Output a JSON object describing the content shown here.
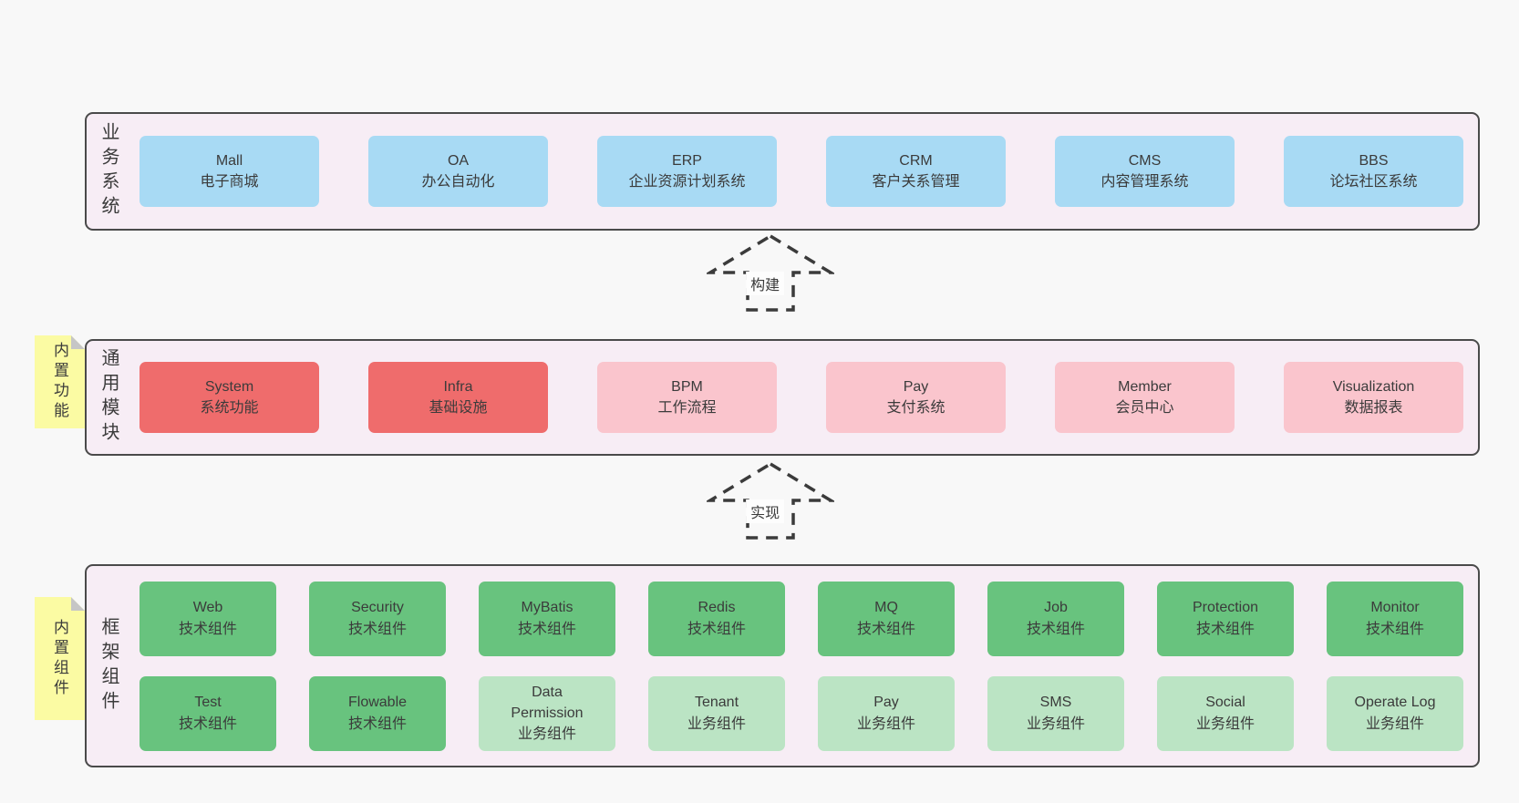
{
  "colors": {
    "page_bg": "#f8f8f8",
    "panel_bg": "#f7edf5",
    "panel_border": "#4a4a4a",
    "blue": "#a8daf4",
    "red": "#ef6c6c",
    "pink": "#fac5cd",
    "green": "#68c37e",
    "green_light": "#bbe4c4",
    "sticky_yellow": "#fbfba3",
    "text": "#3b3b3b"
  },
  "arrows": [
    {
      "label": "构建"
    },
    {
      "label": "实现"
    }
  ],
  "layers": [
    {
      "id": "business-systems",
      "label": "业务系统",
      "items": [
        {
          "name": "Mall",
          "desc": "电子商城",
          "variant": "blue"
        },
        {
          "name": "OA",
          "desc": "办公自动化",
          "variant": "blue"
        },
        {
          "name": "ERP",
          "desc": "企业资源计划系统",
          "variant": "blue"
        },
        {
          "name": "CRM",
          "desc": "客户关系管理",
          "variant": "blue"
        },
        {
          "name": "CMS",
          "desc": "内容管理系统",
          "variant": "blue"
        },
        {
          "name": "BBS",
          "desc": "论坛社区系统",
          "variant": "blue"
        }
      ]
    },
    {
      "id": "common-modules",
      "label": "通用模块",
      "tab": "内置功能",
      "items": [
        {
          "name": "System",
          "desc": "系统功能",
          "variant": "red"
        },
        {
          "name": "Infra",
          "desc": "基础设施",
          "variant": "red"
        },
        {
          "name": "BPM",
          "desc": "工作流程",
          "variant": "pink"
        },
        {
          "name": "Pay",
          "desc": "支付系统",
          "variant": "pink"
        },
        {
          "name": "Member",
          "desc": "会员中心",
          "variant": "pink"
        },
        {
          "name": "Visualization",
          "desc": "数据报表",
          "variant": "pink"
        }
      ]
    },
    {
      "id": "framework-components",
      "label": "框架组件",
      "tab": "内置组件",
      "rows": [
        [
          {
            "name": "Web",
            "desc": "技术组件",
            "variant": "green"
          },
          {
            "name": "Security",
            "desc": "技术组件",
            "variant": "green"
          },
          {
            "name": "MyBatis",
            "desc": "技术组件",
            "variant": "green"
          },
          {
            "name": "Redis",
            "desc": "技术组件",
            "variant": "green"
          },
          {
            "name": "MQ",
            "desc": "技术组件",
            "variant": "green"
          },
          {
            "name": "Job",
            "desc": "技术组件",
            "variant": "green"
          },
          {
            "name": "Protection",
            "desc": "技术组件",
            "variant": "green"
          },
          {
            "name": "Monitor",
            "desc": "技术组件",
            "variant": "green"
          }
        ],
        [
          {
            "name": "Test",
            "desc": "技术组件",
            "variant": "green"
          },
          {
            "name": "Flowable",
            "desc": "技术组件",
            "variant": "green"
          },
          {
            "name": "Data\nPermission",
            "desc": "业务组件",
            "variant": "green_light"
          },
          {
            "name": "Tenant",
            "desc": "业务组件",
            "variant": "green_light"
          },
          {
            "name": "Pay",
            "desc": "业务组件",
            "variant": "green_light"
          },
          {
            "name": "SMS",
            "desc": "业务组件",
            "variant": "green_light"
          },
          {
            "name": "Social",
            "desc": "业务组件",
            "variant": "green_light"
          },
          {
            "name": "Operate Log",
            "desc": "业务组件",
            "variant": "green_light"
          }
        ]
      ]
    }
  ]
}
